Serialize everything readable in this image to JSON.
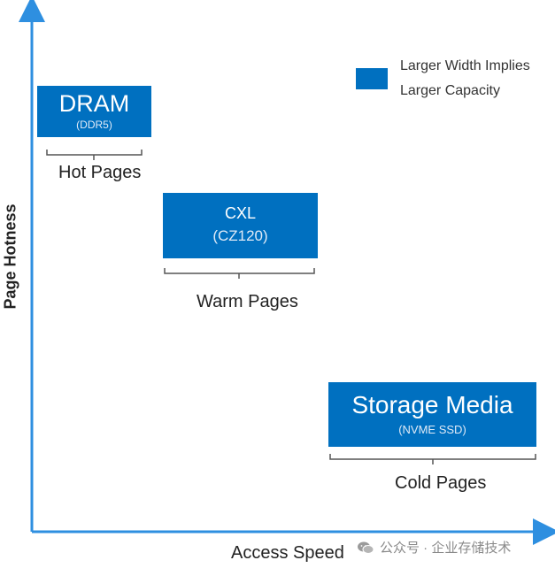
{
  "legend": {
    "line1": "Larger Width Implies",
    "line2": "Larger Capacity",
    "color": "#0070c0"
  },
  "tiers": [
    {
      "name": "DRAM",
      "detail": "(DDR5)",
      "label": "Hot Pages"
    },
    {
      "name": "CXL",
      "detail": "(CZ120)",
      "label": "Warm Pages"
    },
    {
      "name": "Storage Media",
      "detail": "(NVME SSD)",
      "label": "Cold Pages"
    }
  ],
  "axes": {
    "y_title": "Page Hotness",
    "x_title": "Access Speed",
    "color": "#2e8fe0"
  },
  "watermark": {
    "icon": "wechat-icon",
    "text": "公众号 · 企业存储技术"
  }
}
